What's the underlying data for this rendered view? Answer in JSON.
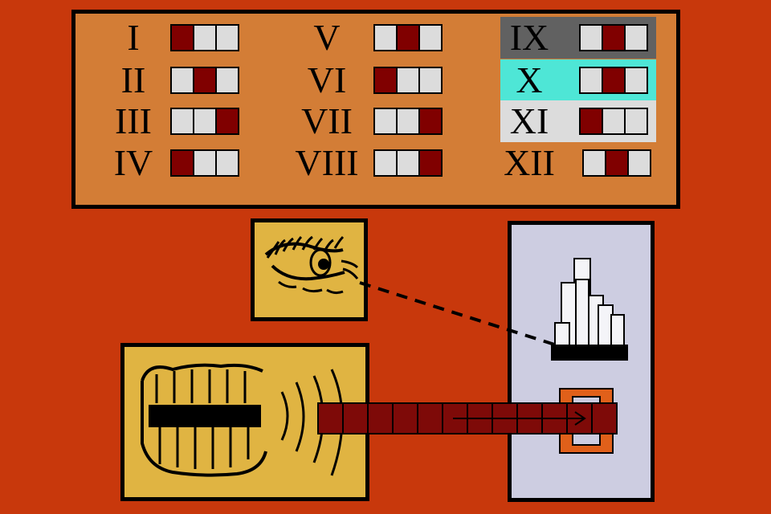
{
  "colors": {
    "background": "#c8380c",
    "board": "#d37d36",
    "cell_on": "#800000",
    "cell_off": "#dcdcdc",
    "panel_yellow": "#e0b442",
    "panel_lilac": "#cdcde1",
    "highlight_dark": "#616161",
    "highlight_cyan": "#4ee6d6",
    "highlight_light": "#dcdcdc",
    "door_orange": "#e0601a",
    "beam": "#7e0a08"
  },
  "clues": [
    {
      "numeral": "I",
      "pattern": [
        1,
        0,
        0
      ],
      "highlight": null
    },
    {
      "numeral": "II",
      "pattern": [
        0,
        1,
        0
      ],
      "highlight": null
    },
    {
      "numeral": "III",
      "pattern": [
        0,
        0,
        1
      ],
      "highlight": null
    },
    {
      "numeral": "IV",
      "pattern": [
        1,
        0,
        0
      ],
      "highlight": null
    },
    {
      "numeral": "V",
      "pattern": [
        0,
        1,
        0
      ],
      "highlight": null
    },
    {
      "numeral": "VI",
      "pattern": [
        1,
        0,
        0
      ],
      "highlight": null
    },
    {
      "numeral": "VII",
      "pattern": [
        0,
        0,
        1
      ],
      "highlight": null
    },
    {
      "numeral": "VIII",
      "pattern": [
        0,
        0,
        1
      ],
      "highlight": null
    },
    {
      "numeral": "IX",
      "pattern": [
        0,
        1,
        0
      ],
      "highlight": "dark"
    },
    {
      "numeral": "X",
      "pattern": [
        0,
        1,
        0
      ],
      "highlight": "cyan"
    },
    {
      "numeral": "XI",
      "pattern": [
        1,
        0,
        0
      ],
      "highlight": "light"
    },
    {
      "numeral": "XII",
      "pattern": [
        0,
        1,
        0
      ],
      "highlight": null
    }
  ],
  "beam": {
    "segments": 12,
    "arrow_segments_from": 6
  },
  "icons": {
    "eye": "eye-icon",
    "teeth": "teeth-icon",
    "pipes": "pipe-organ-icon",
    "door": "door-icon",
    "arrow": "arrow-right-icon"
  }
}
